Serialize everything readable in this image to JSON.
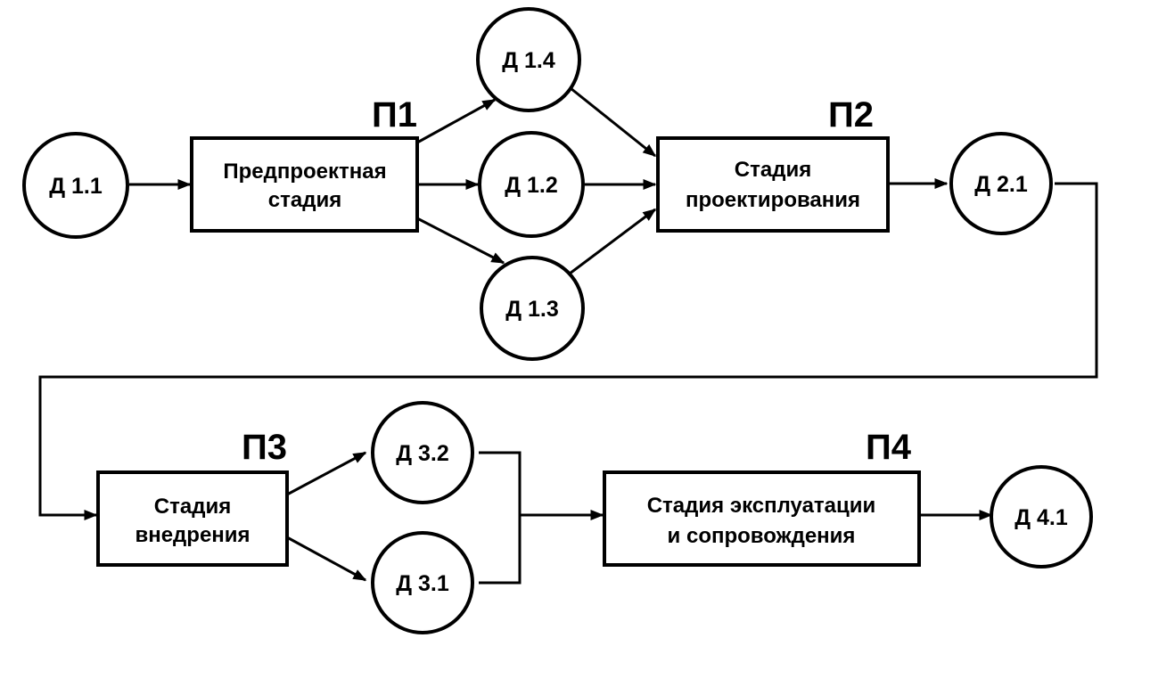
{
  "diagram": {
    "title": "",
    "stages": [
      {
        "id": "p1",
        "code": "П1",
        "lines": [
          "Предпроектная",
          "стадия"
        ]
      },
      {
        "id": "p2",
        "code": "П2",
        "lines": [
          "Стадия",
          "проектирования"
        ]
      },
      {
        "id": "p3",
        "code": "П3",
        "lines": [
          "Стадия",
          "внедрения"
        ]
      },
      {
        "id": "p4",
        "code": "П4",
        "lines": [
          "Стадия эксплуатации",
          "и сопровождения"
        ]
      }
    ],
    "documents": [
      {
        "id": "d11",
        "label": "Д 1.1"
      },
      {
        "id": "d14",
        "label": "Д 1.4"
      },
      {
        "id": "d12",
        "label": "Д 1.2"
      },
      {
        "id": "d13",
        "label": "Д 1.3"
      },
      {
        "id": "d21",
        "label": "Д 2.1"
      },
      {
        "id": "d32",
        "label": "Д 3.2"
      },
      {
        "id": "d31",
        "label": "Д 3.1"
      },
      {
        "id": "d41",
        "label": "Д 4.1"
      }
    ],
    "edges": [
      {
        "from": "d11",
        "to": "p1"
      },
      {
        "from": "p1",
        "to": "d14"
      },
      {
        "from": "p1",
        "to": "d12"
      },
      {
        "from": "p1",
        "to": "d13"
      },
      {
        "from": "d14",
        "to": "p2"
      },
      {
        "from": "d12",
        "to": "p2"
      },
      {
        "from": "d13",
        "to": "p2"
      },
      {
        "from": "p2",
        "to": "d21"
      },
      {
        "from": "d21",
        "to": "p3"
      },
      {
        "from": "p3",
        "to": "d32"
      },
      {
        "from": "p3",
        "to": "d31"
      },
      {
        "from": "d32",
        "to": "p4"
      },
      {
        "from": "d31",
        "to": "p4"
      },
      {
        "from": "p4",
        "to": "d41"
      }
    ]
  }
}
